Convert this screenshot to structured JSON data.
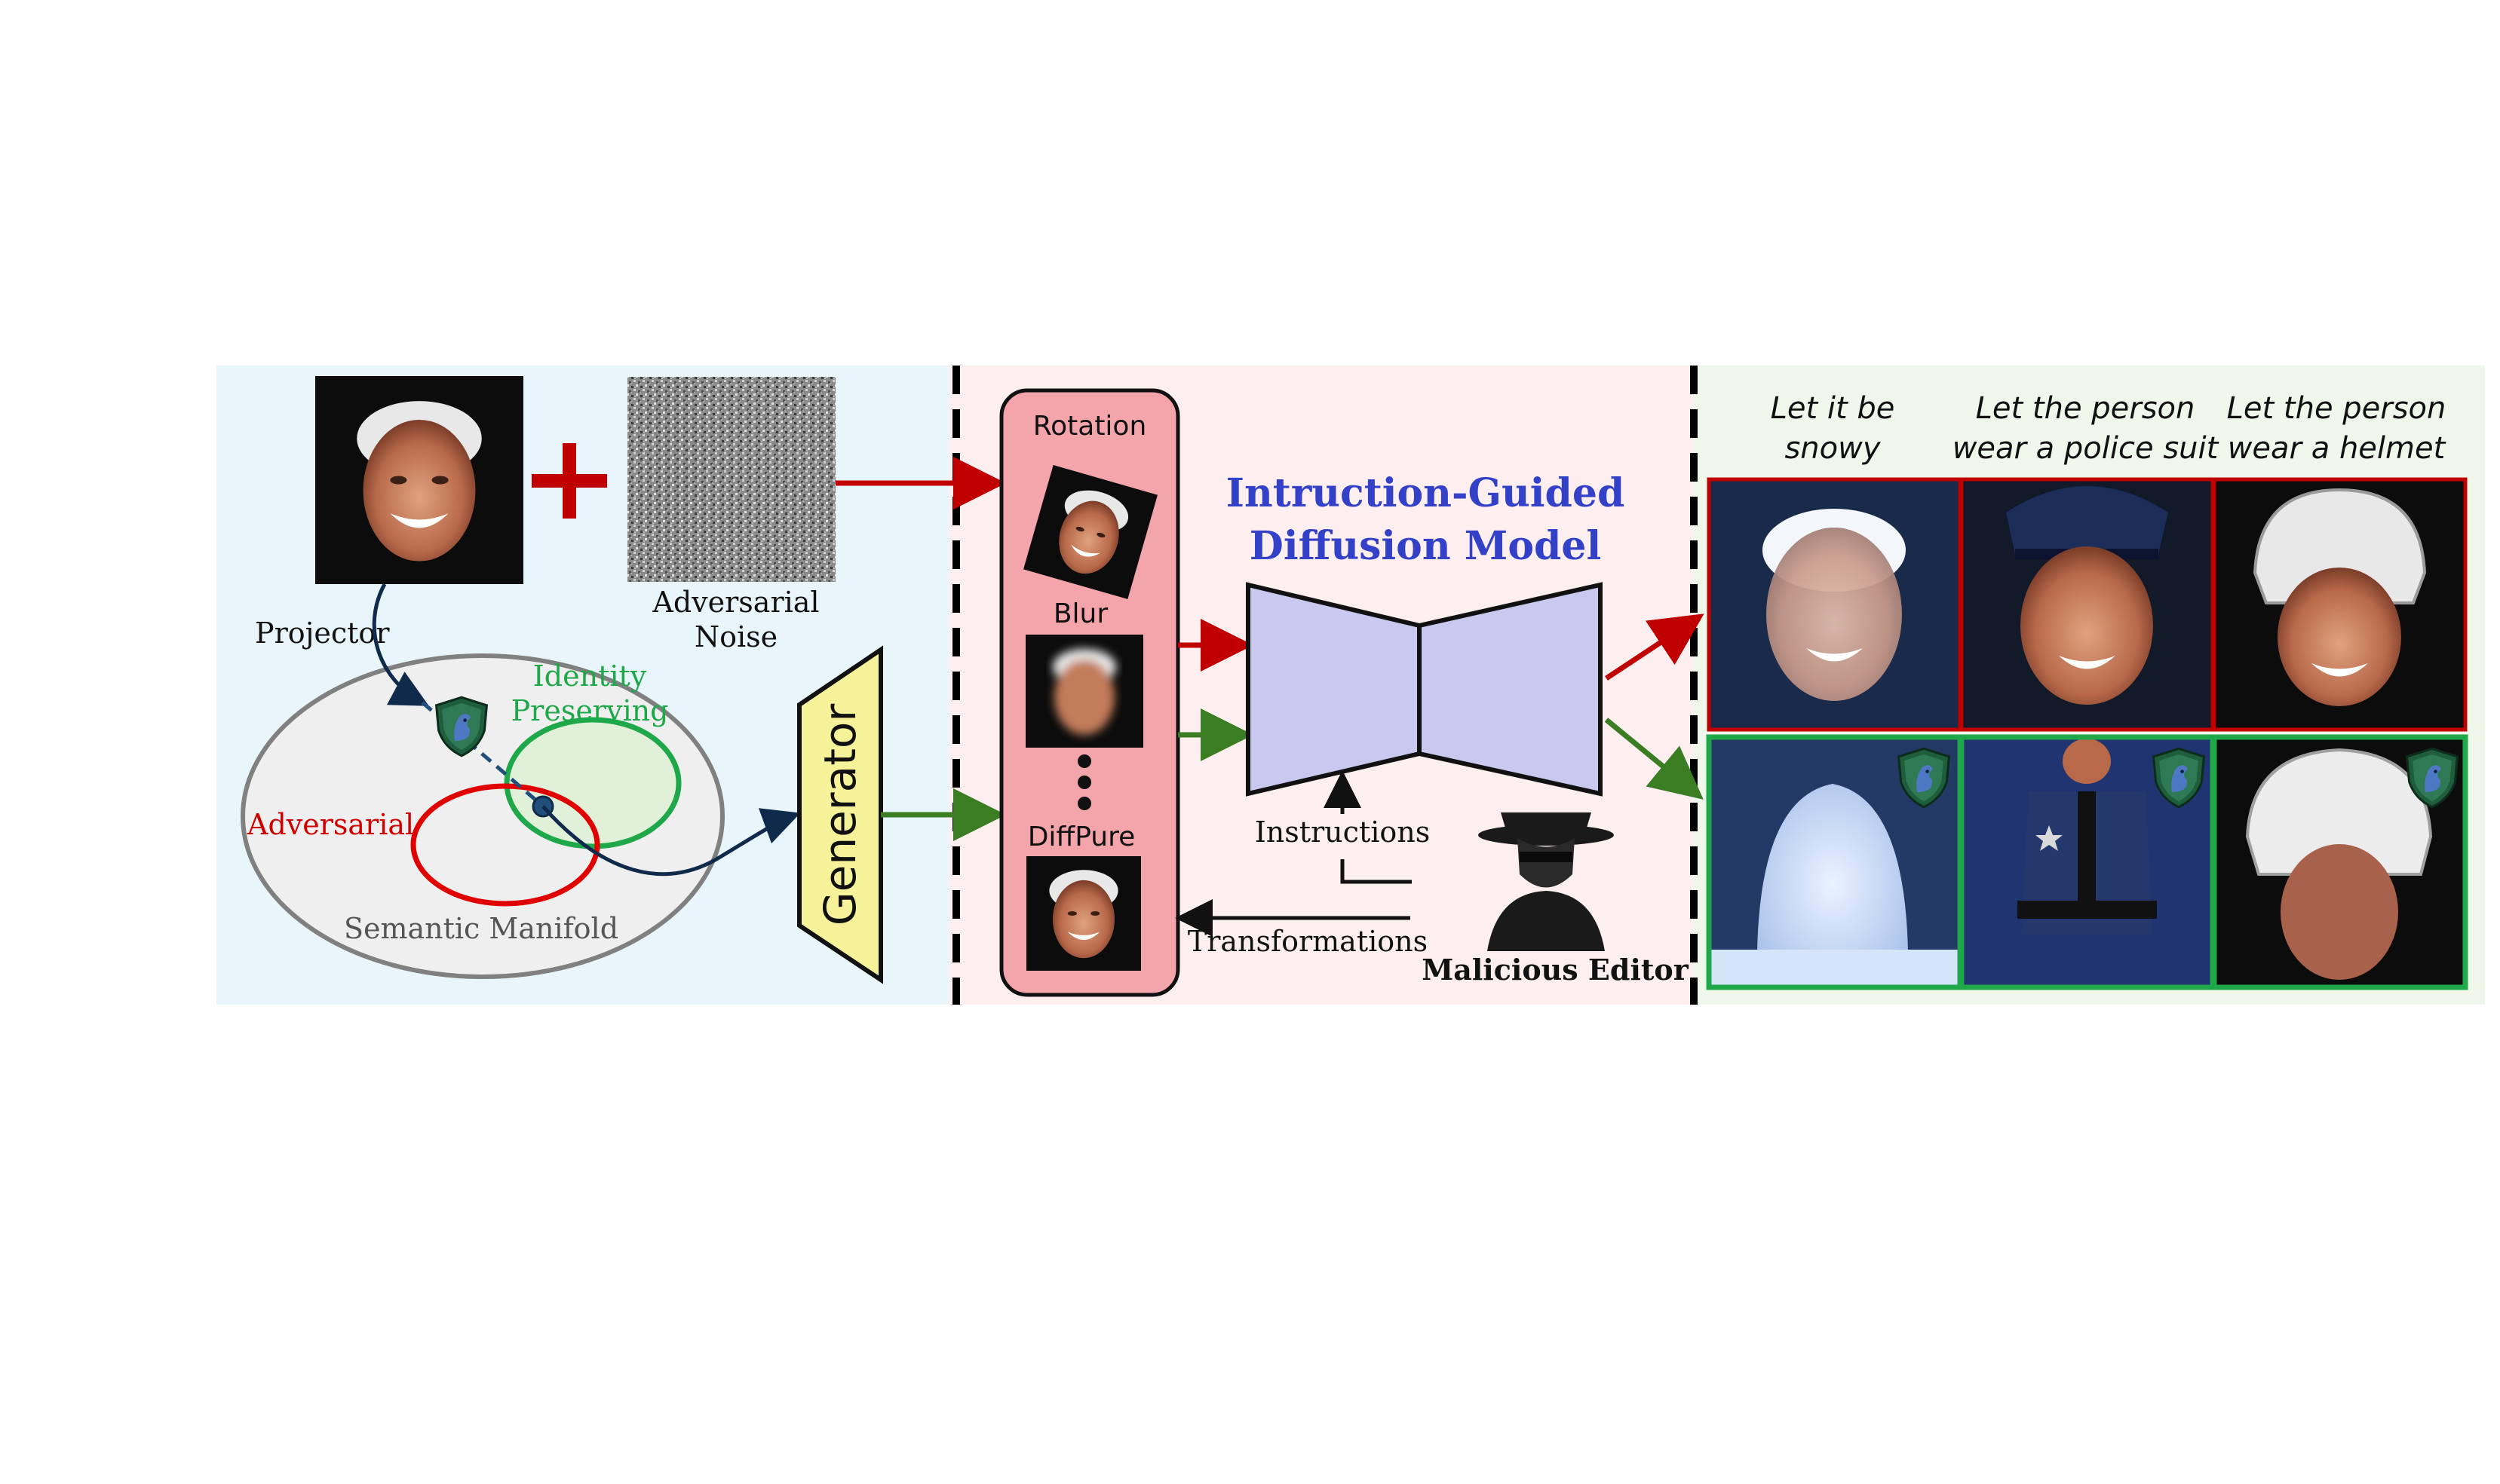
{
  "left_panel": {
    "projector_label": "Projector",
    "adversarial_noise_label": [
      "Adversarial",
      "Noise"
    ],
    "identity_preserving_label": [
      "Identity",
      "Preserving"
    ],
    "adversarial_label": "Adversarial",
    "semantic_manifold_label": "Semantic Manifold",
    "generator_label": "Generator"
  },
  "middle_panel": {
    "transforms": {
      "rotation_label": "Rotation",
      "blur_label": "Blur",
      "diffpure_label": "DiffPure"
    },
    "model_title": [
      "Intruction-Guided",
      "Diffusion Model"
    ],
    "instructions_label": "Instructions",
    "transformations_label": "Transformations",
    "editor_label": "Malicious Editor"
  },
  "right_panel": {
    "prompts": [
      [
        "Let it be",
        "snowy"
      ],
      [
        "Let the person",
        "wear a police suit"
      ],
      [
        "Let the person",
        "wear a helmet"
      ]
    ]
  },
  "colors": {
    "left_bg": "#e8f5fb",
    "middle_bg": "#fdeef0",
    "right_bg": "#eef7ea",
    "adversarial_red": "#c00000",
    "protected_green": "#3a7d22",
    "identity_green": "#1fa84a",
    "title_blue": "#3340c8",
    "generator_yellow": "#f5f29a",
    "unet_fill": "#c9c9ef",
    "transform_box_fill": "#f4a5ab"
  }
}
